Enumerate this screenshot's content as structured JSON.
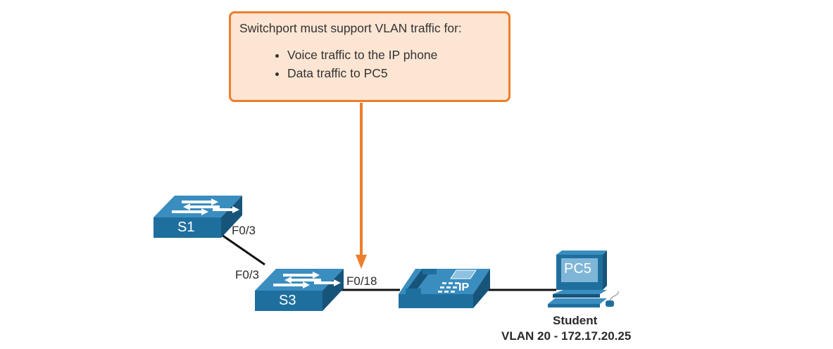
{
  "callout": {
    "heading": "Switchport must support VLAN traffic for:",
    "items": [
      "Voice traffic to the IP phone",
      "Data traffic to PC5"
    ]
  },
  "devices": {
    "s1": {
      "label": "S1"
    },
    "s3": {
      "label": "S3"
    },
    "phone": {
      "label": "IP"
    },
    "pc": {
      "label": "PC5"
    }
  },
  "ports": {
    "s1_f03": "F0/3",
    "s3_f03": "F0/3",
    "s3_f018": "F0/18"
  },
  "pc_info": {
    "user": "Student",
    "vlan": "VLAN 20 - 172.17.20.25"
  },
  "colors": {
    "callout_fill": "#fde5d3",
    "callout_border": "#ee7e2c",
    "device_front": "#1f6f9e",
    "device_top": "#3a8dbf",
    "device_side": "#17547a",
    "link": "#111111"
  }
}
